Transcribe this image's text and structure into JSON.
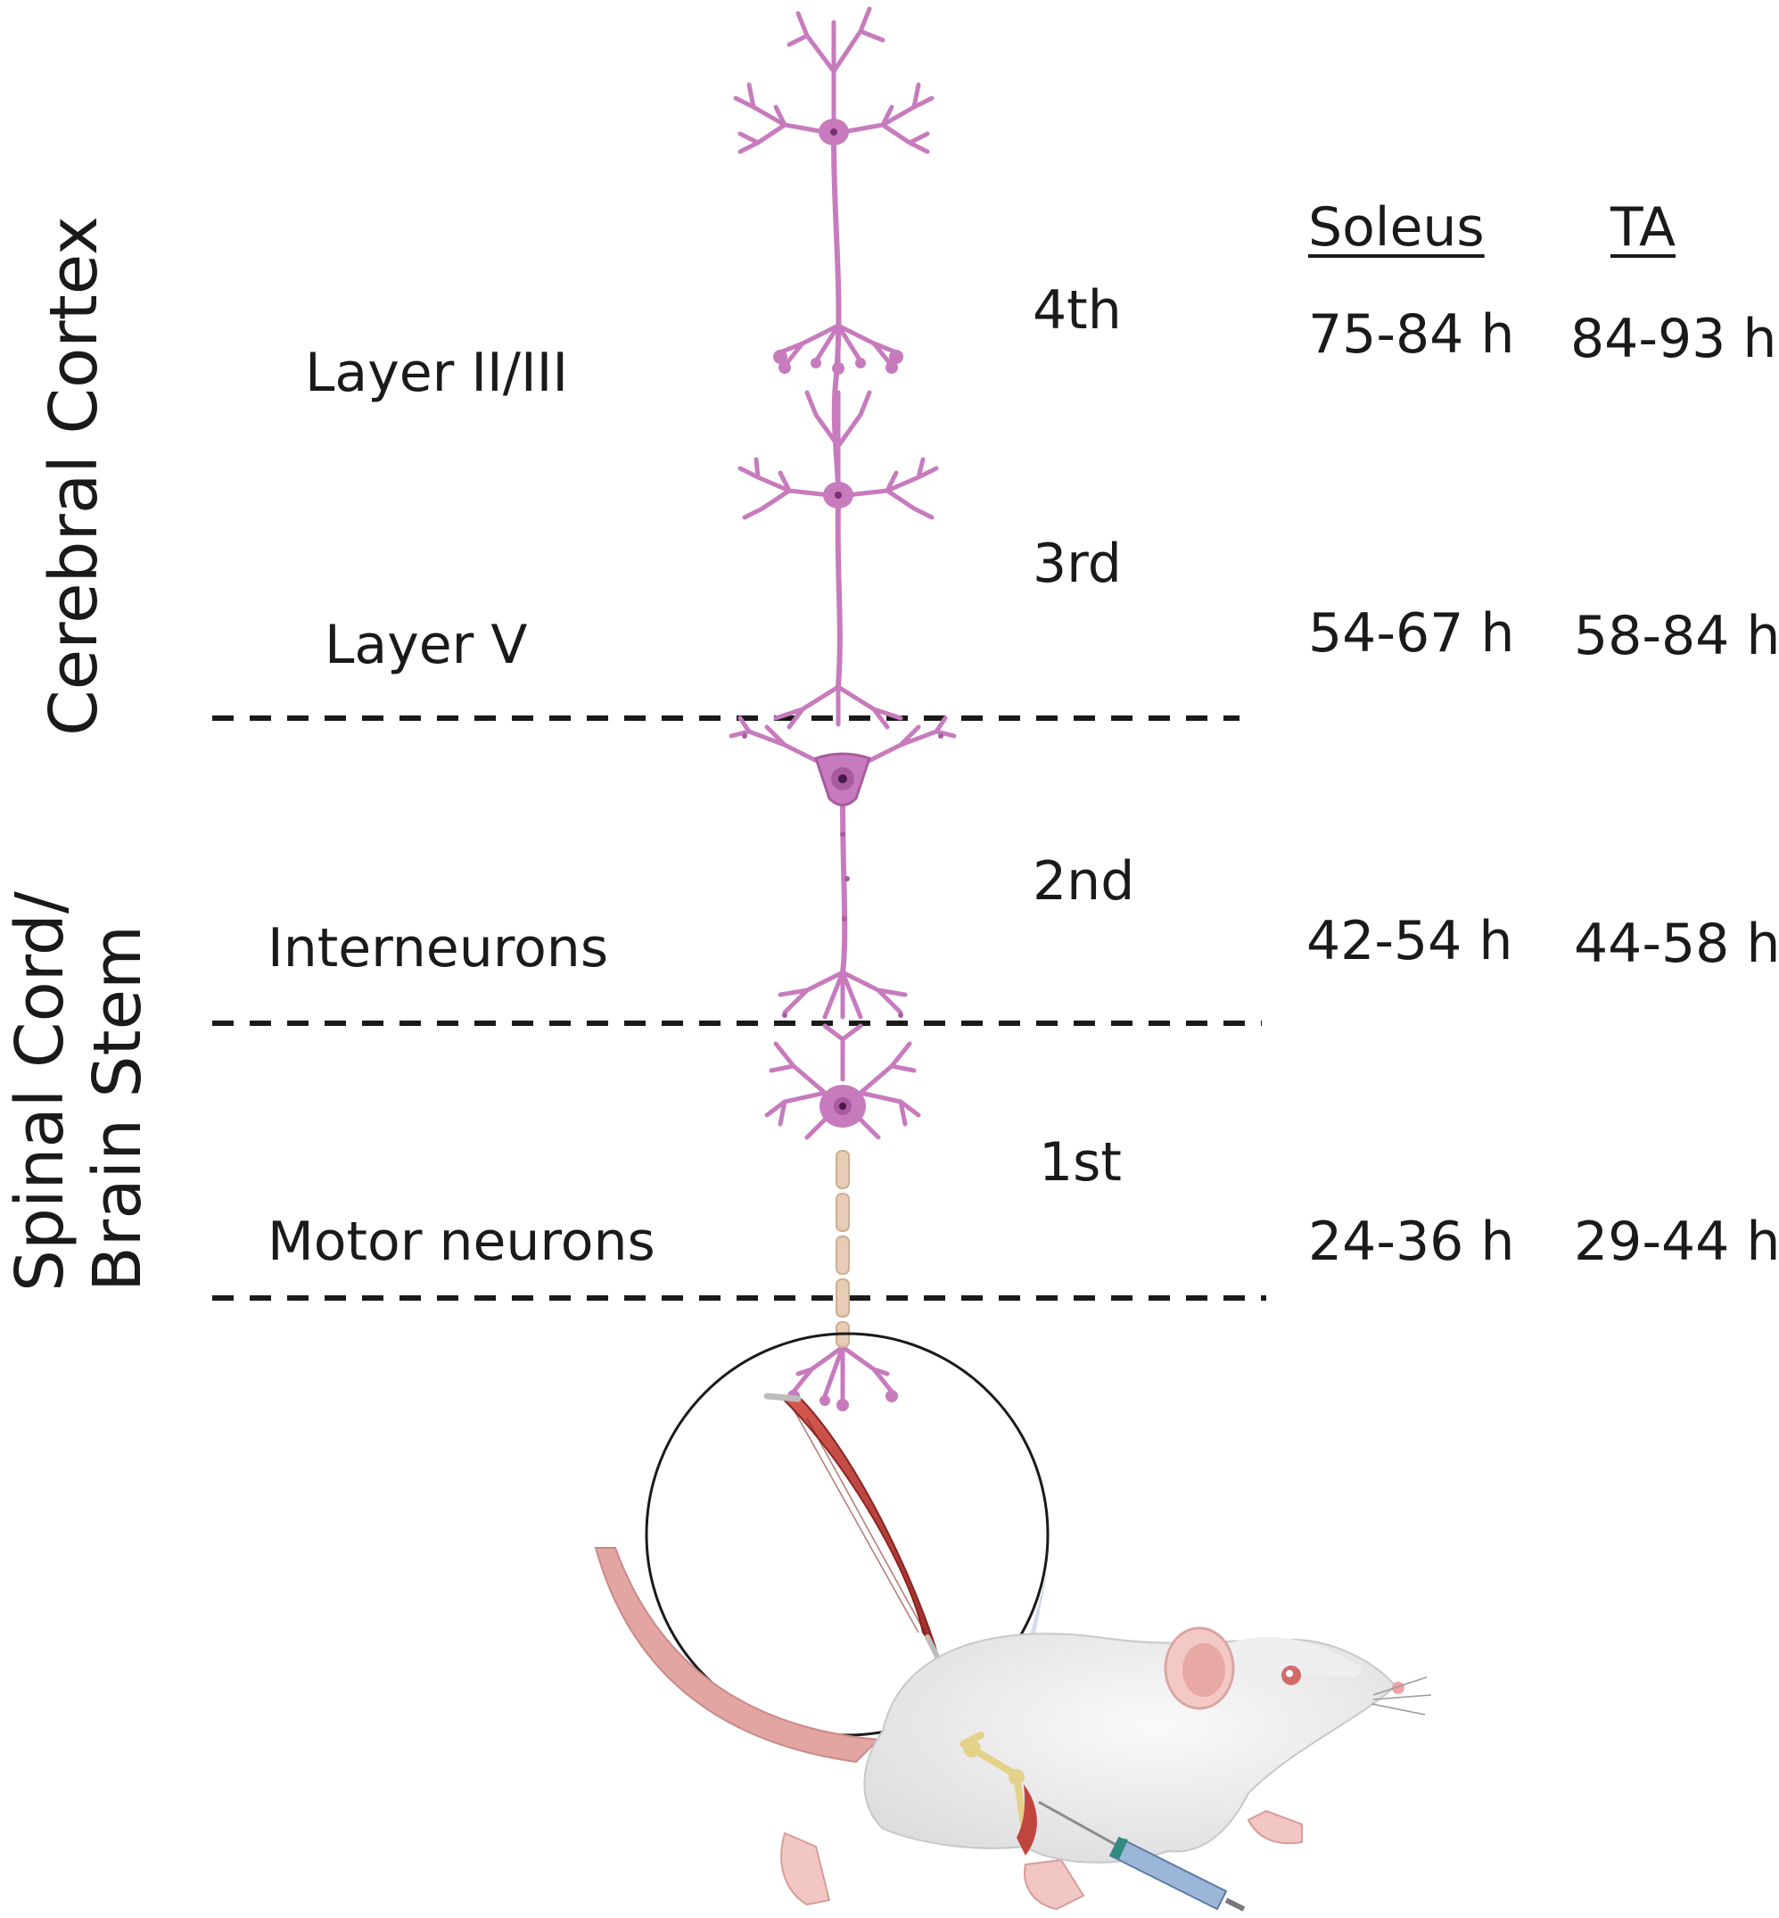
{
  "regions": {
    "top": "Cerebral Cortex",
    "bottom_line1": "Spinal Cord/",
    "bottom_line2": "Brain Stem"
  },
  "layers": [
    {
      "name": "Layer II/III",
      "order": "4th"
    },
    {
      "name": "Layer V",
      "order": "3rd"
    },
    {
      "name": "Interneurons",
      "order": "2nd"
    },
    {
      "name": "Motor neurons",
      "order": "1st"
    }
  ],
  "columns": {
    "soleus": "Soleus",
    "ta": "TA"
  },
  "timings": [
    {
      "soleus": "75-84 h",
      "ta": "84-93 h"
    },
    {
      "soleus": "54-67 h",
      "ta": "58-84 h"
    },
    {
      "soleus": "42-54 h",
      "ta": "44-58 h"
    },
    {
      "soleus": "24-36 h",
      "ta": "29-44 h"
    }
  ],
  "colors": {
    "neuron": "#c77bbd",
    "neuron_dark": "#a95aa0",
    "nucleus": "#7a2f73",
    "myelin": "#e8cdb6",
    "muscle": "#c0453f",
    "rat_body": "#efefee",
    "tail": "#e2a5a2",
    "bone": "#e5d28a",
    "syringe": "#9bb6d6",
    "divider": "#1a1a1a"
  }
}
